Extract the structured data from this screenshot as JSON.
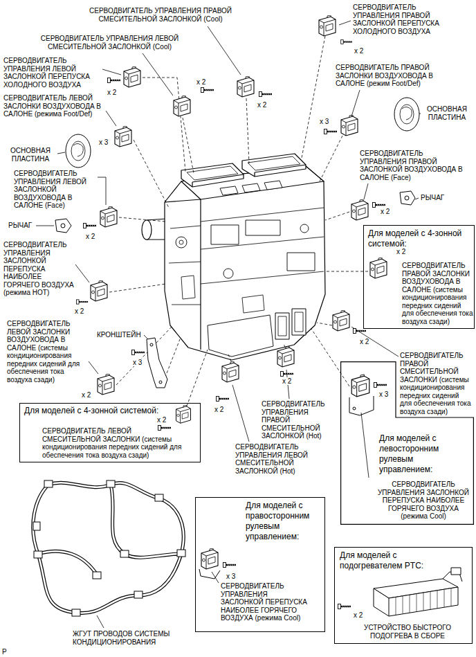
{
  "diagram": {
    "nodes": [
      {
        "text": [
          "Для моделей с 4-зонной системой:",
          "x 2",
          "СЕРВОДВИГАТЕЛЬ ПРАВОЙ ЗАСЛОНКИ ВОЗДУХОВОДА В САЛОНЕ (системы кондиционирования передних сидений для обеспечения тока воздуха сзади)"
        ]
      },
      {
        "text": [
          "x 3",
          "Для моделей с левосторонним рулевым управлением:",
          "СЕРВОДВИГАТЕЛЬ УПРАВЛЕНИЯ ЗАСЛОНКОЙ ПЕРЕПУСКА НАИБОЛЕЕ ГОРЯЧЕГО ВОЗДУХА (режима Cool)"
        ]
      },
      {
        "text": [
          "Для моделей с 4-зонной системой:",
          "x 2",
          "СЕРВОДВИГАТЕЛЬ ЛЕВОЙ СМЕСИТЕЛЬНОЙ ЗАСЛОНКИ (системы кондиционирования передних сидений для обеспечения тока воздуха сзади)"
        ]
      },
      {
        "text": [
          "Для моделей с правосторонним рулевым управлением:",
          "x 3",
          "СЕРВОДВИГАТЕЛЬ УПРАВЛЕНИЯ ЗАСЛОНКОЙ ПЕРЕПУСКА НАИБОЛЕЕ ГОРЯЧЕГО ВОЗДУХА (режима Cool)"
        ]
      },
      {
        "text": [
          "Для моделей с подогревателем PTC:",
          "x 2",
          "УСТРОЙСТВО БЫСТРОГО ПОДОГРЕВА В СБОРЕ"
        ]
      }
    ],
    "labels": [
      "СЕРВОДВИГАТЕЛЬ УПРАВЛЕНИЯ ПРАВОЙ СМЕСИТЕЛЬНОЙ ЗАСЛОНКОЙ (Cool)",
      "x 2",
      "СЕРВОДВИГАТЕЛЬ УПРАВЛЕНИЯ ЛЕВОЙ СМЕСИТЕЛЬНОЙ ЗАСЛОНКОЙ (Cool)",
      "x 2",
      "СЕРВОДВИГАТЕЛЬ УПРАВЛЕНИЯ ПРАВОЙ ЗАСЛОНКОЙ ПЕРЕПУСКА ХОЛОДНОГО ВОЗДУХА",
      "x 2",
      "СЕРВОДВИГАТЕЛЬ УПРАВЛЕНИЯ ЛЕВОЙ ЗАСЛОНКОЙ ПЕРЕПУСКА ХОЛОДНОГО ВОЗДУХА",
      "x 2",
      "СЕРВОДВИГАТЕЛЬ ПРАВОЙ ЗАСЛОНКИ ВОЗДУХОВОДА В САЛОНЕ (режим Foot/Def)",
      "x 3",
      "СЕРВОДВИГАТЕЛЬ ЛЕВОЙ ЗАСЛОНКИ ВОЗДУХОВОДА В САЛОНЕ (режима Foot/Def)",
      "x 3",
      "ОСНОВНАЯ ПЛАСТИНА",
      "ОСНОВНАЯ ПЛАСТИНА",
      "СЕРВОДВИГАТЕЛЬ УПРАВЛЕНИЯ ПРАВОЙ ЗАСЛОНКОЙ ВОЗДУХОВОДА В САЛОНЕ (Face)",
      "РЫЧАГ",
      "x 2",
      "СЕРВОДВИГАТЕЛЬ УПРАВЛЕНИЯ ЛЕВОЙ ЗАСЛОНКОЙ ВОЗДУХОВОДА В САЛОНЕ (Face)",
      "РЫЧАГ",
      "x 2",
      "СЕРВОДВИГАТЕЛЬ УПРАВЛЕНИЯ ЗАСЛОНКОЙ ПЕРЕПУСКА НАИБОЛЕЕ ГОРЯЧЕГО ВОЗДУХА (режима HOT)",
      "x 2",
      "СЕРВОДВИГАТЕЛЬ ЛЕВОЙ ЗАСЛОНКИ ВОЗДУХОВОДА В САЛОНЕ (системы кондиционирования передних сидений для обеспечения тока воздуха сзади)",
      "КРОНШТЕЙН",
      "x 3",
      "x 2",
      "x 2",
      "СЕРВОДВИГАТЕЛЬ ПРАВОЙ СМЕСИТЕЛЬНОЙ ЗАСЛОНКИ (системы кондиционирования передних сидений для обеспечения тока воздуха сзади)",
      "x 2",
      "x 2",
      "СЕРВОДВИГАТЕЛЬ УПРАВЛЕНИЯ ПРАВОЙ СМЕСИТЕЛЬНОЙ ЗАСЛОНКОЙ (Hot)",
      "СЕРВОДВИГАТЕЛЬ УПРАВЛЕНИЯ ЛЕВОЙ СМЕСИТЕЛЬНОЙ ЗАСЛОНКОЙ (Hot)",
      "ЖГУТ ПРОВОДОВ СИСТЕМЫ КОНДИЦИОНИРОВАНИЯ",
      "P"
    ]
  }
}
